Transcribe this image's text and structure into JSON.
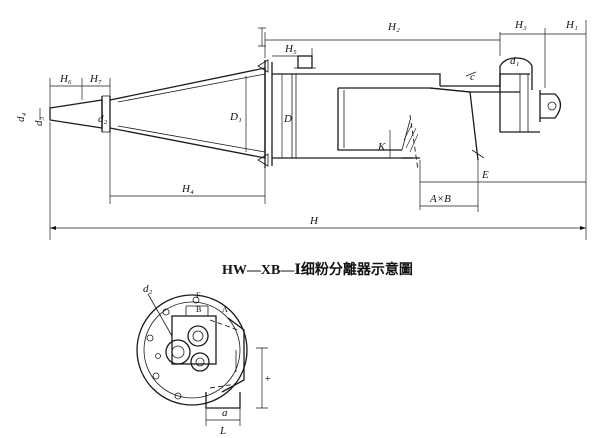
{
  "title": "HW—XB—Ⅰ细粉分離器示意圖",
  "labels": {
    "H": "H",
    "H1": "H₁",
    "H2": "H₂",
    "H3": "H₃",
    "H4": "H₄",
    "H5": "H₅",
    "H6": "H₆",
    "H7": "H₇",
    "D": "D",
    "D1": "D₁",
    "d1": "d₁",
    "d2": "d₂",
    "d3": "d₃",
    "d4": "d₄",
    "E": "E",
    "K": "K",
    "AxB": "A×B",
    "L": "L",
    "a": "a",
    "c": "c",
    "F": "F",
    "B": "B",
    "A": "A",
    "d2_plan": "d₂"
  }
}
